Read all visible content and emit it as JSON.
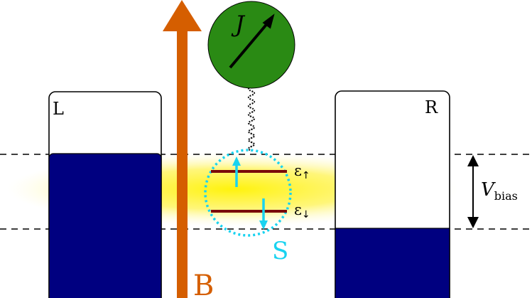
{
  "labels": {
    "left_lead": "L",
    "right_lead": "R",
    "spin": "J",
    "field": "B",
    "dot": "S",
    "level_up_base": "ε",
    "level_up_sub": "↑",
    "level_down_base": "ε",
    "level_down_sub": "↓",
    "bias_base": "V",
    "bias_sub": "bias"
  },
  "colors": {
    "lead_fill": "#000080",
    "field_arrow": "#d55e00",
    "spin_ball": "#2a8a14",
    "dot_outline": "#19d3f0",
    "energy_level": "#7a0a0a",
    "glow": "#fff200"
  },
  "fill_levels": {
    "left_lead_fraction": 0.69,
    "right_lead_fraction": 0.34
  }
}
